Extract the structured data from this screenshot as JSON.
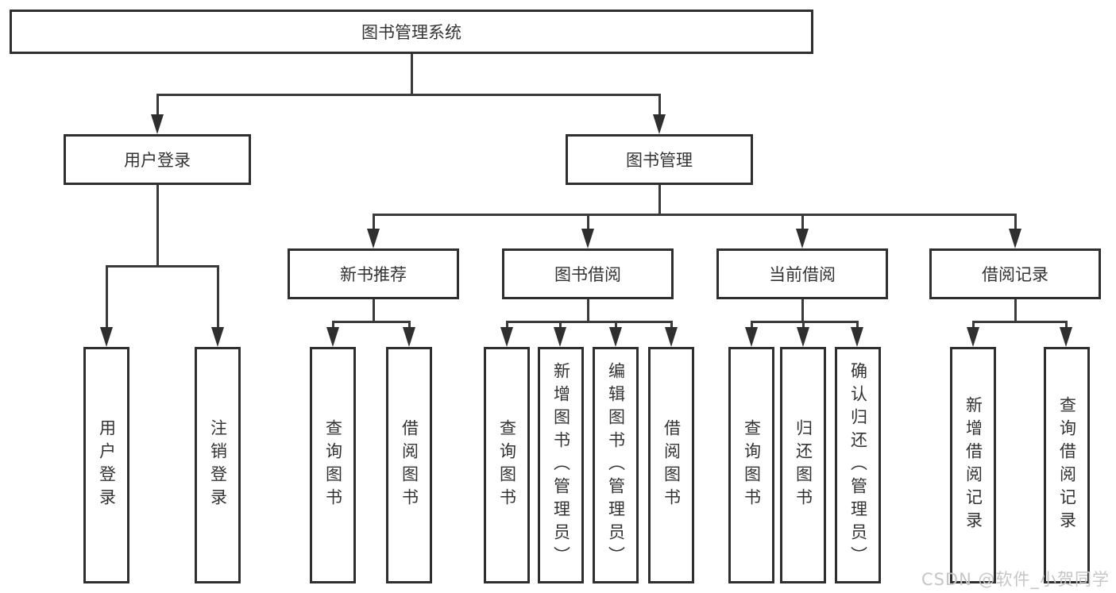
{
  "root": {
    "label": "图书管理系统"
  },
  "level2": [
    {
      "label": "用户登录"
    },
    {
      "label": "图书管理"
    }
  ],
  "level3": [
    {
      "label": "新书推荐"
    },
    {
      "label": "图书借阅"
    },
    {
      "label": "当前借阅"
    },
    {
      "label": "借阅记录"
    }
  ],
  "leaves": [
    {
      "label": "用户登录",
      "parent": "用户登录"
    },
    {
      "label": "注销登录",
      "parent": "用户登录"
    },
    {
      "label": "查询图书",
      "parent": "新书推荐"
    },
    {
      "label": "借阅图书",
      "parent": "新书推荐"
    },
    {
      "label": "查询图书",
      "parent": "图书借阅"
    },
    {
      "label": "新增图书（管理员）",
      "parent": "图书借阅"
    },
    {
      "label": "编辑图书（管理员）",
      "parent": "图书借阅"
    },
    {
      "label": "借阅图书",
      "parent": "图书借阅"
    },
    {
      "label": "查询图书",
      "parent": "当前借阅"
    },
    {
      "label": "归还图书",
      "parent": "当前借阅"
    },
    {
      "label": "确认归还（管理员）",
      "parent": "当前借阅"
    },
    {
      "label": "新增借阅记录",
      "parent": "借阅记录"
    },
    {
      "label": "查询借阅记录",
      "parent": "借阅记录"
    }
  ],
  "watermark": "CSDN @软件_小贺同学",
  "colors": {
    "line": "#3a3a3a",
    "border": "#2f2f2f",
    "text": "#333333",
    "watermark": "#c6c6c6",
    "background": "#ffffff"
  }
}
